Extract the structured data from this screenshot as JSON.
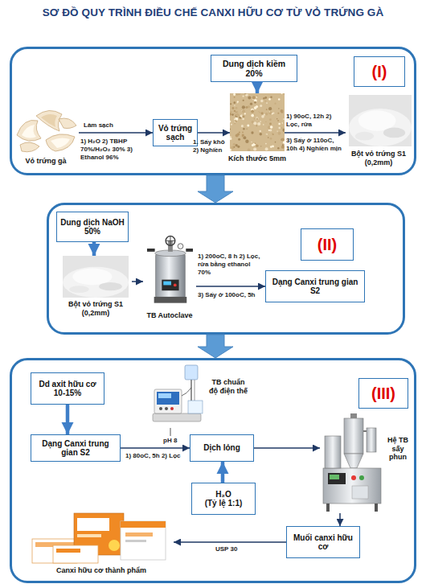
{
  "diagram": {
    "title": "SƠ ĐỒ QUY TRÌNH ĐIỀU CHẾ CANXI HỮU CƠ TỪ VỎ TRỨNG GÀ",
    "nodes": [
      {
        "text": []
      },
      {
        "text": [
          "Dung dịch kiềm 20%"
        ],
        "in": 0
      },
      {
        "text": [
          "(I)"
        ],
        "in": 0
      },
      {
        "text": [
          "Vỏ trứng gà"
        ],
        "in": 0
      },
      {
        "text": [
          "Vỏ trứng sạch"
        ],
        "in": 0
      },
      {
        "text": [
          "Kích thước 5mm"
        ],
        "in": 0
      },
      {
        "text": [
          "Bột vỏ trứng S1 (0,2mm)"
        ],
        "in": 0
      },
      {
        "text": []
      },
      {
        "text": [
          "Dung dịch NaOH 50%"
        ],
        "in": 7
      },
      {
        "text": [
          "(II)"
        ],
        "in": 7
      },
      {
        "text": [
          "Bột vỏ trứng S1 (0,2mm)"
        ],
        "in": 7
      },
      {
        "text": [
          "TB Autoclave"
        ],
        "in": 7
      },
      {
        "text": [
          "Dạng Canxi trung gian S2"
        ],
        "in": 7
      },
      {
        "text": []
      },
      {
        "text": [
          "Dd axit hữu cơ 10-15%"
        ],
        "in": 13
      },
      {
        "text": [
          "(III)"
        ],
        "in": 13
      },
      {
        "text": [
          "TB chuẩn độ điện thế"
        ],
        "in": 13
      },
      {
        "text": [
          "Dạng Canxi trung gian S2"
        ],
        "in": 13
      },
      {
        "text": [
          "Dịch lỏng"
        ],
        "in": 13
      },
      {
        "text": [
          "Hệ TB sấy phun"
        ],
        "in": 13
      },
      {
        "text": [
          "H₂O",
          "(Tỷ lệ 1:1)"
        ],
        "in": 13
      },
      {
        "text": [
          "Muối canxi hữu cơ"
        ],
        "in": 13
      },
      {
        "text": [
          "Canxi hữu cơ thành phẩm"
        ],
        "in": 13
      }
    ],
    "edges": [
      {
        "from": 3,
        "to": 4,
        "label": "Làm sạch",
        "arrow": "to"
      },
      {
        "from": 4,
        "to": 5,
        "label": "1. Sấy khô 2) Nghiền",
        "arrow": "to"
      },
      {
        "from": 1,
        "to": 5,
        "arrow": "to"
      },
      {
        "from": 5,
        "to": 6,
        "label": "1) 90oC, 12h 2) Lọc, rửa",
        "arrow": "to"
      },
      {
        "from": 0,
        "to": 7,
        "arrow": "to"
      },
      {
        "from": 8,
        "to": 10,
        "arrow": "to"
      },
      {
        "from": 10,
        "to": 11,
        "arrow": "to"
      },
      {
        "from": 11,
        "to": 12,
        "label": "1) 200oC, 8 h 2) Lọc, rửa bằng ethanol 70%",
        "arrow": "to"
      },
      {
        "from": 7,
        "to": 13,
        "arrow": "to"
      },
      {
        "from": 14,
        "to": 17,
        "arrow": "to"
      },
      {
        "from": 17,
        "to": 18,
        "label": "1) 80oC, 5h 2) Lọc",
        "arrow": "to"
      },
      {
        "from": 20,
        "to": 18,
        "arrow": "to"
      },
      {
        "from": 18,
        "to": 19,
        "arrow": "to"
      },
      {
        "from": 19,
        "to": 21,
        "arrow": "to"
      },
      {
        "from": 21,
        "to": 22,
        "label": "USP 30",
        "arrow": "to"
      }
    ],
    "labels": [
      "1) H₂O 2) TBHP 70%/H₂O₂ 30% 3) Ethanol 96%",
      "3) Sấy ở 110oC, 10h 4) Nghiền mịn",
      "3) Sấy ở 100oC, 5h",
      "pH 8"
    ]
  }
}
